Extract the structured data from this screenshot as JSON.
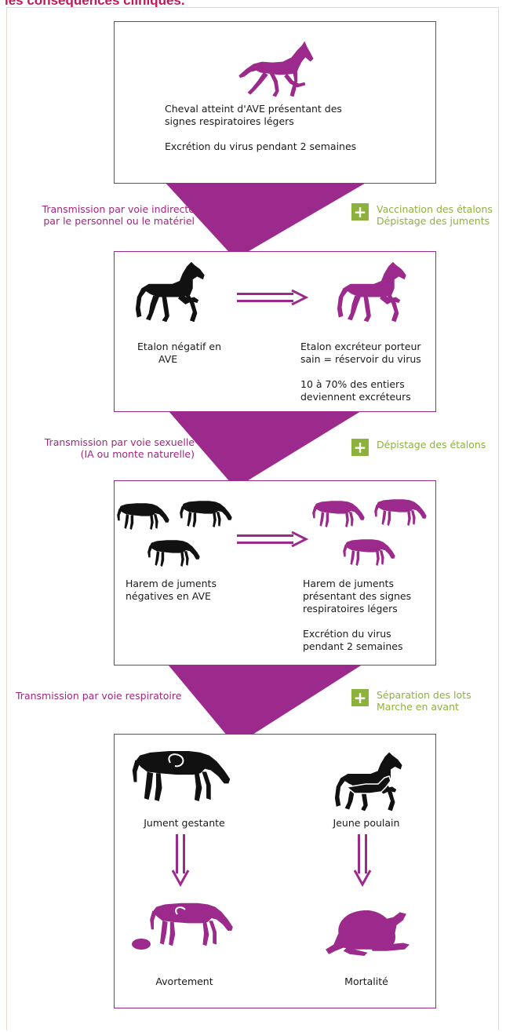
{
  "header": {
    "title": "les conséquences cliniques."
  },
  "colors": {
    "purple": "#9b2a8c",
    "black": "#111111",
    "green": "#8db23b",
    "text_purple": "#a3267f"
  },
  "stage1": {
    "line1": "Cheval atteint d'AVE présentant des",
    "line2": "signes respiratoires légers",
    "line3": "Excrétion du virus pendant 2 semaines"
  },
  "transmission1": {
    "line1": "Transmission par voie indirecte",
    "line2": "par le personnel ou le matériel"
  },
  "measure1": {
    "line1": "Vaccination des étalons",
    "line2": "Dépistage des juments"
  },
  "stage2": {
    "left_line1": "Etalon négatif en",
    "left_line2": "AVE",
    "right_line1": "Etalon excréteur porteur",
    "right_line2": "sain = réservoir du virus",
    "right_line3": "10 à 70% des entiers",
    "right_line4": "deviennent excréteurs"
  },
  "transmission2": {
    "line1": "Transmission par voie sexuelle",
    "line2": "(IA ou monte naturelle)"
  },
  "measure2": {
    "line1": "Dépistage des étalons"
  },
  "stage3": {
    "left_line1": "Harem de juments",
    "left_line2": "négatives en AVE",
    "right_line1": "Harem de juments",
    "right_line2": "présentant des signes",
    "right_line3": "respiratoires légers",
    "right_line4": "Excrétion du virus",
    "right_line5": "pendant 2 semaines"
  },
  "transmission3": {
    "line1": "Transmission par voie respiratoire"
  },
  "measure3": {
    "line1": "Séparation des lots",
    "line2": "Marche en avant"
  },
  "stage4": {
    "left_label": "Jument gestante",
    "right_label": "Jeune poulain",
    "left_outcome": "Avortement",
    "right_outcome": "Mortalité"
  }
}
